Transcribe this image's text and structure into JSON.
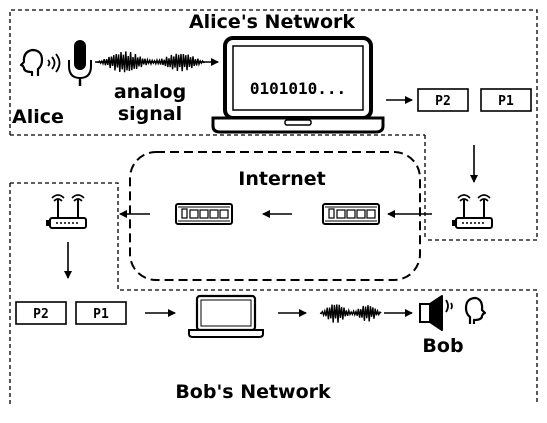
{
  "labels": {
    "alice_network": "Alice's Network",
    "bob_network": "Bob's Network",
    "internet": "Internet",
    "alice": "Alice",
    "bob": "Bob",
    "analog_line1": "analog",
    "analog_line2": "signal",
    "binary": "0101010...",
    "packet_p1": "P1",
    "packet_p2": "P2"
  },
  "icons": {
    "alice_head": "speaking-head-icon",
    "microphone": "microphone-icon",
    "alice_laptop": "laptop-icon",
    "alice_router": "wifi-router-icon",
    "switch_right": "network-switch-icon",
    "switch_left": "network-switch-icon",
    "bob_router": "wifi-router-icon",
    "bob_laptop": "laptop-icon",
    "speaker": "speaker-icon",
    "bob_head": "listening-head-icon"
  },
  "colors": {
    "stroke": "#000000",
    "background": "#ffffff"
  }
}
